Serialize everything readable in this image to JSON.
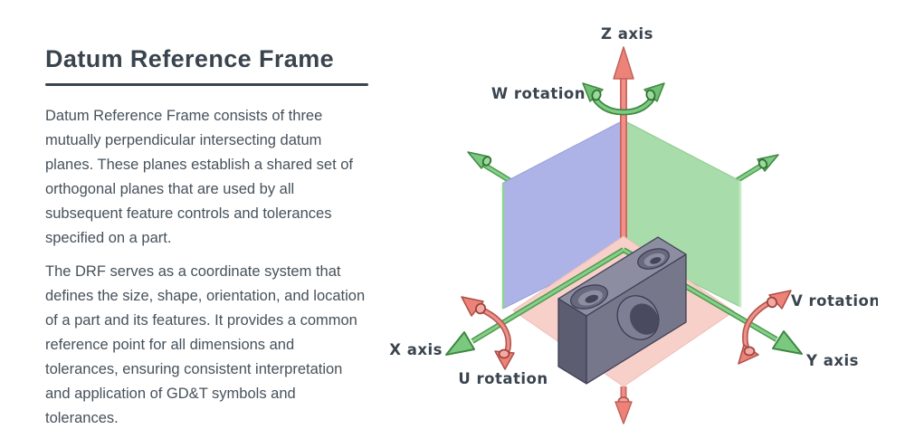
{
  "left_panel": {
    "title": "Datum Reference Frame",
    "paragraph1": "Datum Reference Frame consists of three mutually perpendicular intersecting datum planes. These planes establish a shared set of orthogonal planes that are used by all subsequent feature controls and tolerances specified on a part.",
    "paragraph2": "The DRF serves as a coordinate system that defines the size, shape, orientation, and location of a part and its features. It provides a common reference point for all dimensions and tolerances, ensuring consistent interpretation and application of GD&T symbols and tolerances."
  },
  "diagram": {
    "labels": {
      "z_axis": "Z axis",
      "w_rotation": "W rotation",
      "x_axis": "X axis",
      "u_rotation": "U rotation",
      "v_rotation": "V rotation",
      "y_axis": "Y axis"
    },
    "colors": {
      "ink": "#3a444e",
      "body_ink": "#46515b",
      "axis_red": "#ed8278",
      "axis_red_dark": "#c2625a",
      "axis_green": "#7bc97e",
      "axis_green_dark": "#3f8743",
      "plane_blue": "#aeb3e7",
      "plane_green": "#a9dcab",
      "plane_pink": "#f8d0ca",
      "part_top": "#8d8da1",
      "part_front": "#77778c",
      "part_side": "#5d5d71"
    }
  }
}
